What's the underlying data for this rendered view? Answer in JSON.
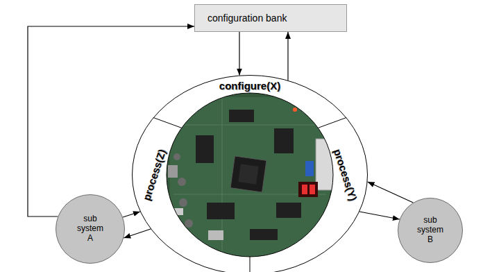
{
  "diagram": {
    "nodes": [
      {
        "text": [
          "configuration bank"
        ]
      },
      {
        "text": [
          "configure(X)",
          "process(Z)",
          "process(Y)"
        ]
      },
      {
        "text": [
          "sub system A"
        ]
      },
      {
        "text": [
          "sub system B"
        ]
      }
    ],
    "edges": [
      {
        "from": 0,
        "to": 1,
        "arrow": "to"
      },
      {
        "from": 1,
        "to": 0,
        "arrow": "to"
      },
      {
        "from": 2,
        "to": 0,
        "arrow": "to"
      },
      {
        "from": 2,
        "to": 1,
        "arrow": "to"
      },
      {
        "from": 1,
        "to": 2,
        "arrow": "to"
      },
      {
        "from": 1,
        "to": 3,
        "arrow": "to"
      },
      {
        "from": 3,
        "to": 1,
        "arrow": "to"
      }
    ]
  }
}
